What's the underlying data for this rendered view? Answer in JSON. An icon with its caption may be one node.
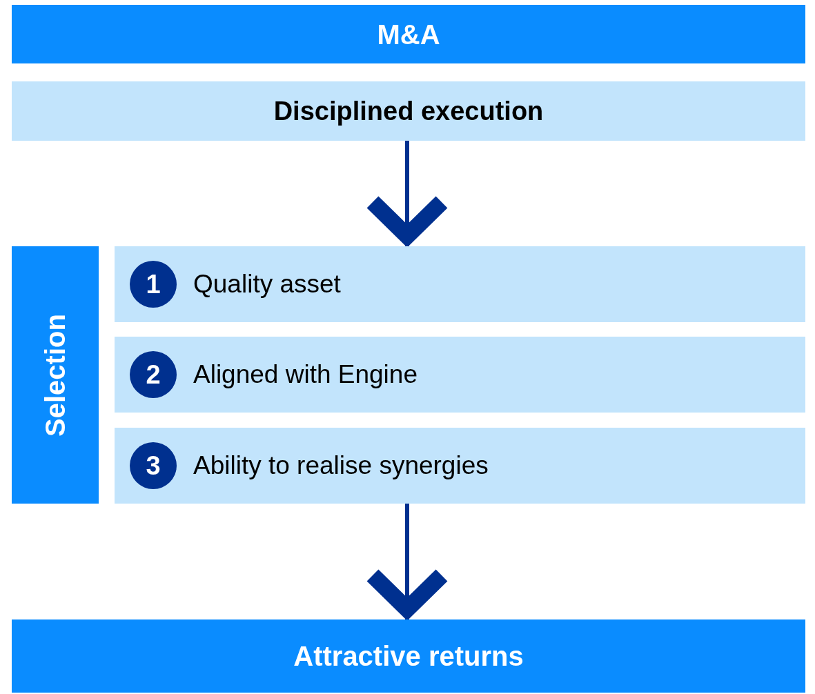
{
  "diagram": {
    "nodes": [
      {
        "text": [
          "M&A"
        ]
      },
      {
        "text": [
          "Disciplined execution"
        ]
      },
      {
        "text": [
          "Selection"
        ]
      },
      {
        "text": [
          "Quality asset"
        ]
      },
      {
        "text": [
          "1"
        ],
        "in": 3
      },
      {
        "text": [
          "Aligned with Engine"
        ]
      },
      {
        "text": [
          "2"
        ],
        "in": 5
      },
      {
        "text": [
          "Ability to realise synergies"
        ]
      },
      {
        "text": [
          "3"
        ],
        "in": 7
      },
      {
        "text": [
          "Attractive returns"
        ]
      }
    ],
    "edges": [
      {
        "from": 1,
        "to": 3,
        "arrow": "to"
      },
      {
        "from": 7,
        "to": 9,
        "arrow": "to"
      }
    ]
  }
}
